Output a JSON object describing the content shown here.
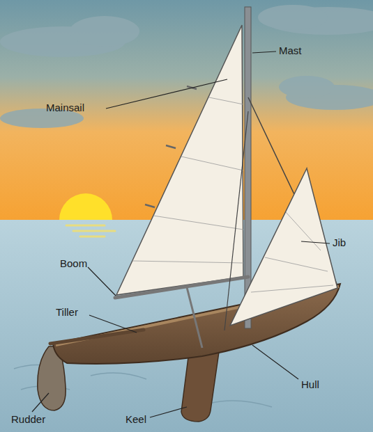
{
  "diagram": {
    "labels": [
      "Mast",
      "Mainsail",
      "Jib",
      "Boom",
      "Tiller",
      "Hull",
      "Rudder",
      "Keel"
    ]
  }
}
